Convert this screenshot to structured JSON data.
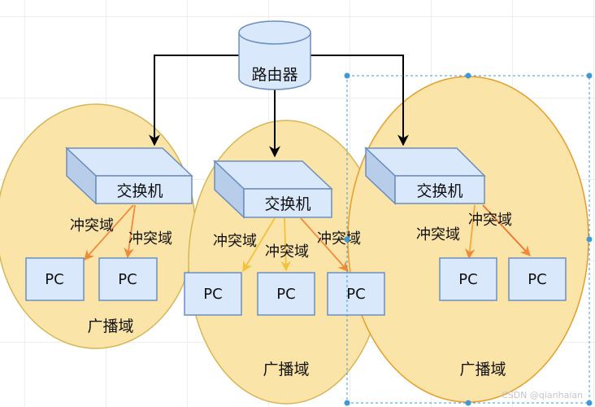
{
  "colors": {
    "domain_fill": "#fbe4a8",
    "domain_stroke": "#d6b656",
    "domain_stroke_selected": "#e59e2c",
    "switch_fill": "#dae8fc",
    "switch_stroke": "#6c8ebf",
    "edge_black": "#000000",
    "edge_orange": "#f08a3b",
    "edge_yellow": "#f2c23a",
    "selection": "#3d9ad9"
  },
  "router": {
    "label": "路由器",
    "shape": "database-cylinder"
  },
  "switches": [
    {
      "label": "交换机"
    },
    {
      "label": "交换机"
    },
    {
      "label": "交换机"
    }
  ],
  "collision_labels": {
    "left": [
      "冲突域",
      "冲突域"
    ],
    "middle": [
      "冲突域",
      "冲突域",
      "冲突域"
    ],
    "right": [
      "冲突域",
      "冲突域"
    ]
  },
  "pcs": {
    "left": [
      "PC",
      "PC"
    ],
    "middle": [
      "PC",
      "PC",
      "PC"
    ],
    "right": [
      "PC",
      "PC"
    ]
  },
  "broadcast_domains": [
    "广播域",
    "广播域",
    "广播域"
  ],
  "watermark": "CSDN @qianhaian"
}
